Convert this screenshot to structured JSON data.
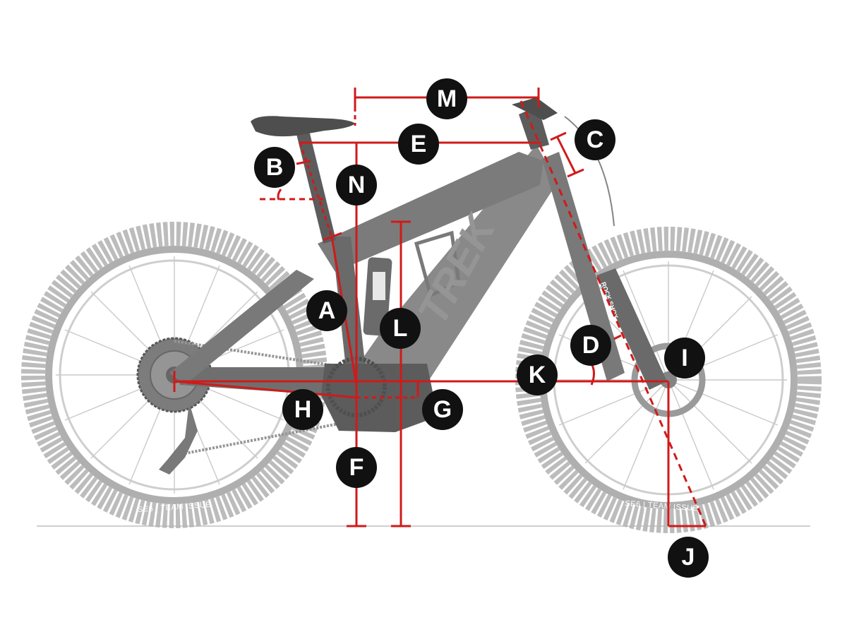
{
  "diagram": {
    "frame_brand": "TREK",
    "fork_brand": "ROCK SHOX",
    "tire_label": "SE6 | TEAM ISSUE",
    "colors": {
      "dimension_line": "#d01a1a",
      "badge": "#111111",
      "bike_body": "#b8b8b8",
      "bike_dark": "#555555",
      "ground": "#cfcfcf"
    },
    "labels": {
      "A": "A",
      "B": "B",
      "C": "C",
      "D": "D",
      "E": "E",
      "F": "F",
      "G": "G",
      "H": "H",
      "I": "I",
      "J": "J",
      "K": "K",
      "L": "L",
      "M": "M",
      "N": "N"
    }
  }
}
